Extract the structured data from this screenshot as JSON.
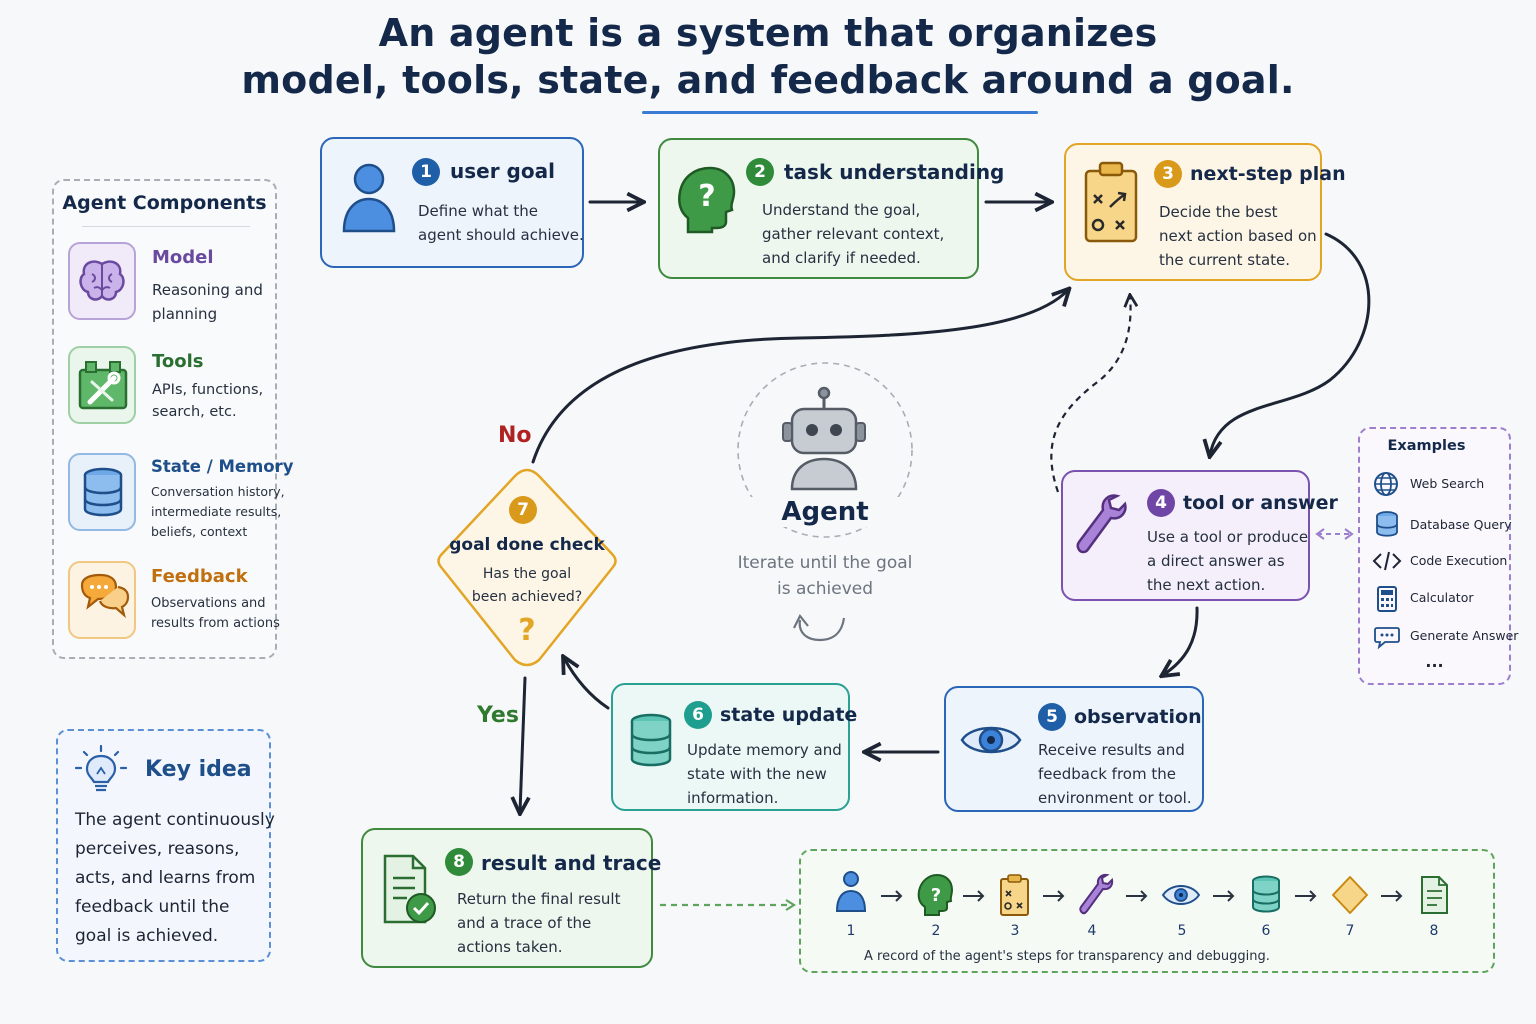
{
  "title": {
    "line1": "An agent is a system that organizes",
    "line2": "model, tools, state, and feedback around a goal."
  },
  "components": {
    "heading": "Agent Components",
    "items": [
      {
        "name": "Model",
        "desc": [
          "Reasoning and",
          "planning"
        ],
        "icon": "brain-icon",
        "color": "#7b52b0"
      },
      {
        "name": "Tools",
        "desc": [
          "APIs, functions,",
          "search, etc."
        ],
        "icon": "toolbox-icon",
        "color": "#2f8a3a"
      },
      {
        "name": "State / Memory",
        "desc": [
          "Conversation history,",
          "intermediate results,",
          "beliefs, context"
        ],
        "icon": "database-icon",
        "color": "#1f5fa8"
      },
      {
        "name": "Feedback",
        "desc": [
          "Observations and",
          "results from actions"
        ],
        "icon": "chat-bubbles-icon",
        "color": "#d98a14"
      }
    ]
  },
  "key_idea": {
    "heading": "Key idea",
    "text": [
      "The agent continuously",
      "perceives, reasons,",
      "acts, and learns from",
      "feedback until the",
      "goal is achieved."
    ]
  },
  "steps": [
    {
      "num": "1",
      "title": "user goal",
      "desc": [
        "Define what the",
        "agent should achieve."
      ],
      "icon": "user-icon",
      "color": "#1f5fa8"
    },
    {
      "num": "2",
      "title": "task understanding",
      "desc": [
        "Understand the goal,",
        "gather relevant context,",
        "and clarify if needed."
      ],
      "icon": "head-question-icon",
      "color": "#2f8a3a"
    },
    {
      "num": "3",
      "title": "next-step plan",
      "desc": [
        "Decide the best",
        "next action based on",
        "the current state."
      ],
      "icon": "clipboard-plan-icon",
      "color": "#e0a21a"
    },
    {
      "num": "4",
      "title": "tool or answer",
      "desc": [
        "Use a tool or produce",
        "a direct answer as",
        "the next action."
      ],
      "icon": "wrench-icon",
      "color": "#7b52b0"
    },
    {
      "num": "5",
      "title": "observation",
      "desc": [
        "Receive results and",
        "feedback from the",
        "environment or tool."
      ],
      "icon": "eye-icon",
      "color": "#1f5fa8"
    },
    {
      "num": "6",
      "title": "state update",
      "desc": [
        "Update memory and",
        "state with the new",
        "information."
      ],
      "icon": "database-icon",
      "color": "#1e9e8f"
    },
    {
      "num": "7",
      "title": "goal done check",
      "desc": [
        "Has the goal",
        "been achieved?"
      ],
      "icon": "question-mark-icon",
      "color": "#e0a21a"
    },
    {
      "num": "8",
      "title": "result and trace",
      "desc": [
        "Return the final result",
        "and a trace of the",
        "actions taken."
      ],
      "icon": "document-check-icon",
      "color": "#2f8a3a"
    }
  ],
  "center": {
    "label": "Agent",
    "caption": [
      "Iterate until the goal",
      "is achieved"
    ]
  },
  "decision": {
    "no": "No",
    "yes": "Yes"
  },
  "examples": {
    "heading": "Examples",
    "items": [
      {
        "label": "Web Search",
        "icon": "globe-icon"
      },
      {
        "label": "Database Query",
        "icon": "database-icon"
      },
      {
        "label": "Code Execution",
        "icon": "code-icon"
      },
      {
        "label": "Calculator",
        "icon": "calculator-icon"
      },
      {
        "label": "Generate Answer",
        "icon": "chat-icon"
      }
    ],
    "more": "..."
  },
  "trace": {
    "numbers": [
      "1",
      "2",
      "3",
      "4",
      "5",
      "6",
      "7",
      "8"
    ],
    "caption": "A record of the agent's steps for transparency and debugging."
  }
}
